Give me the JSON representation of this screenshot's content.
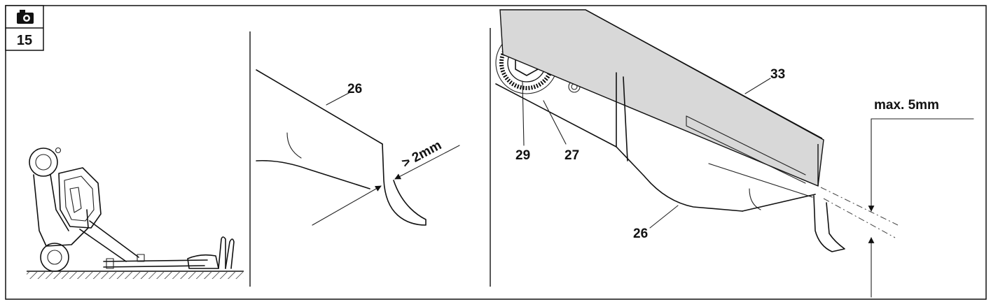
{
  "figure": {
    "step_number": "15",
    "step_icon": "camera-icon"
  },
  "panel_mid": {
    "label_part": "26",
    "label_wear": "> 2mm"
  },
  "panel_right": {
    "label_bar": "33",
    "label_bolt": "29",
    "label_washer": "27",
    "label_part": "26",
    "label_max": "max. 5mm"
  }
}
